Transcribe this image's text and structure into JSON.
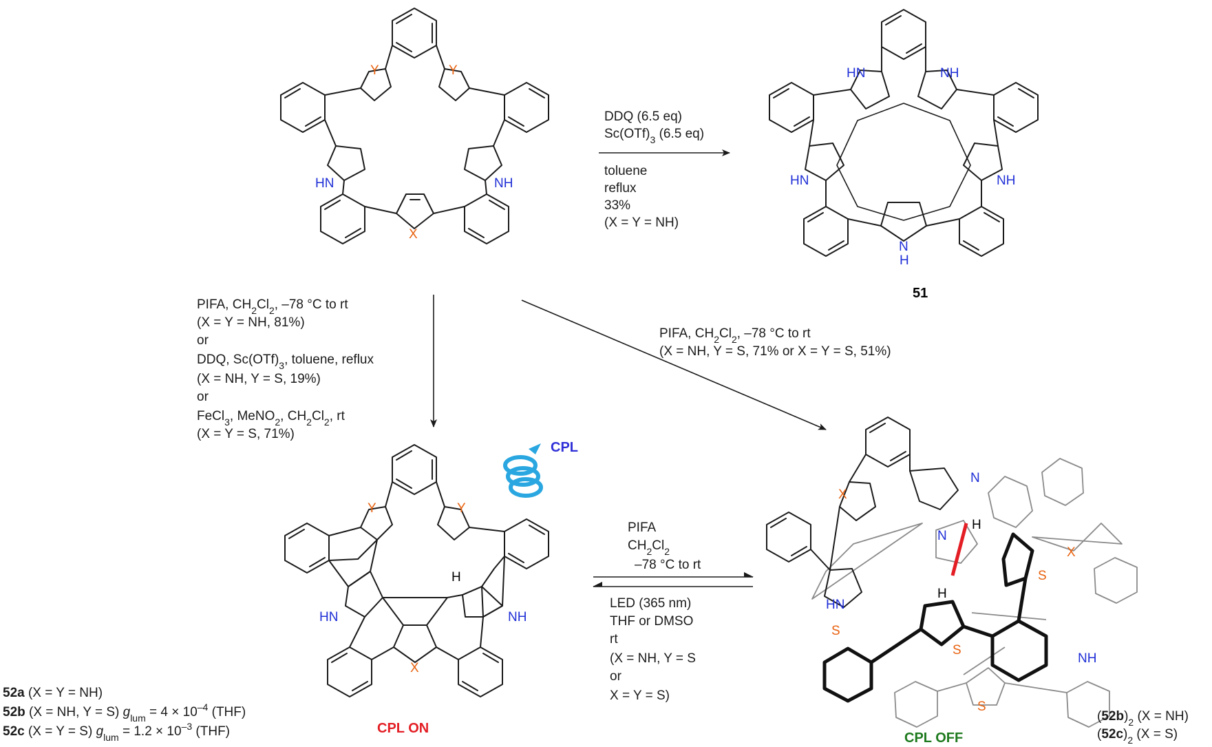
{
  "colors": {
    "nitrogen": "#1f2fd6",
    "heteroatom": "#e8620f",
    "cpl_on": "#e31e24",
    "cpl_off": "#1e7a1e",
    "cpl_marker": "#2f2fd8",
    "helix": "#2aa7e0",
    "cleaved_bond": "#e31e24",
    "grey_ring": "#8a8a8a"
  },
  "atoms": {
    "Y": "Y",
    "X": "X",
    "HN": "HN",
    "NH": "NH",
    "N": "N",
    "H": "H",
    "S": "S"
  },
  "conditions_right": {
    "line1": "DDQ (6.5 eq)",
    "line2": "Sc(OTf)",
    "line2_sub": "3",
    "line2_end": " (6.5 eq)",
    "line3": "toluene",
    "line4": "reflux",
    "line5": "33%",
    "line6": "(X = Y = NH)"
  },
  "conditions_down": {
    "l1a": "PIFA, CH",
    "l1b": "2",
    "l1c": "Cl",
    "l1d": "2",
    "l1e": ", –78 °C to rt",
    "l2": "(X = Y = NH, 81%)",
    "l3": "or",
    "l4a": "DDQ, Sc(OTf)",
    "l4b": "3",
    "l4c": ", toluene, reflux",
    "l5": "(X = NH, Y = S, 19%)",
    "l6": "or",
    "l7a": "FeCl",
    "l7b": "3",
    "l7c": ", MeNO",
    "l7d": "2",
    "l7e": ", CH",
    "l7f": "2",
    "l7g": "Cl",
    "l7h": "2",
    "l7i": ", rt",
    "l8": "(X = Y = S, 71%)"
  },
  "conditions_diag": {
    "l1a": "PIFA, CH",
    "l1b": "2",
    "l1c": "Cl",
    "l1d": "2",
    "l1e": ", –78 °C to rt",
    "l2": "(X = NH, Y = S, 71% or X = Y = S, 51%)"
  },
  "conditions_eq_top": {
    "l1": "PIFA",
    "l2a": "CH",
    "l2b": "2",
    "l2c": "Cl",
    "l2d": "2",
    "l3": "–78 °C to rt"
  },
  "conditions_eq_bottom": {
    "l1": "LED (365 nm)",
    "l2": "THF or DMSO",
    "l3": "rt",
    "l4": "(X = NH, Y = S",
    "l5": "or",
    "l6": " X = Y = S)"
  },
  "compound_51": "51",
  "legend_52": {
    "a_id": "52a",
    "a_text": " (X = Y = NH)",
    "b_id": "52b",
    "b_text": " (X = NH, Y = S) ",
    "b_g": "g",
    "b_gsub": "lum",
    "b_val": " = 4 × 10",
    "b_exp": "–4",
    "b_solv": " (THF)",
    "c_id": "52c",
    "c_text": " (X = Y = S) ",
    "c_g": "g",
    "c_gsub": "lum",
    "c_val": " = 1.2 × 10",
    "c_exp": "–3",
    "c_solv": " (THF)"
  },
  "legend_dimer": {
    "b_open": "(",
    "b_id": "52b",
    "b_close": ")",
    "b_sub": "2",
    "b_text": " (X = NH)",
    "c_open": "(",
    "c_id": "52c",
    "c_close": ")",
    "c_sub": "2",
    "c_text": " (X = S)"
  },
  "cpl_marker": "CPL",
  "cpl_on": "CPL ON",
  "cpl_off": "CPL OFF"
}
